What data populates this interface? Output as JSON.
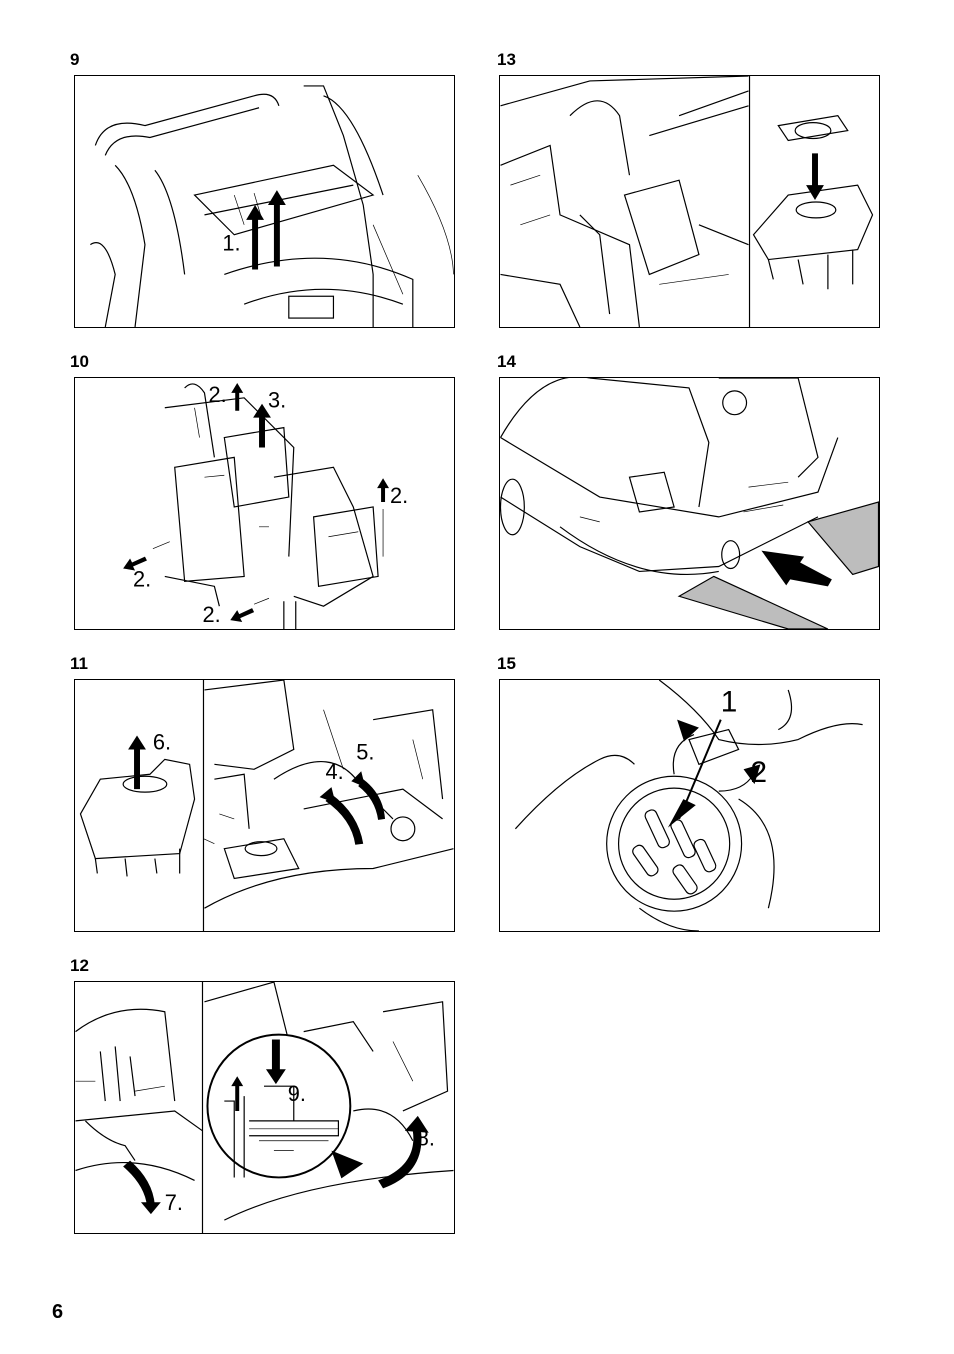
{
  "figures": {
    "f9": {
      "number": "9",
      "steps": [
        "1."
      ]
    },
    "f10": {
      "number": "10",
      "steps": [
        "2.",
        "3.",
        "2.",
        "2.",
        "2."
      ]
    },
    "f11": {
      "number": "11",
      "steps": [
        "6.",
        "4.",
        "5."
      ]
    },
    "f12": {
      "number": "12",
      "steps": [
        "9.",
        "8.",
        "7."
      ]
    },
    "f13": {
      "number": "13",
      "steps": []
    },
    "f14": {
      "number": "14",
      "steps": []
    },
    "f15": {
      "number": "15",
      "steps": [
        "1",
        "2"
      ]
    }
  },
  "page_number": "6"
}
